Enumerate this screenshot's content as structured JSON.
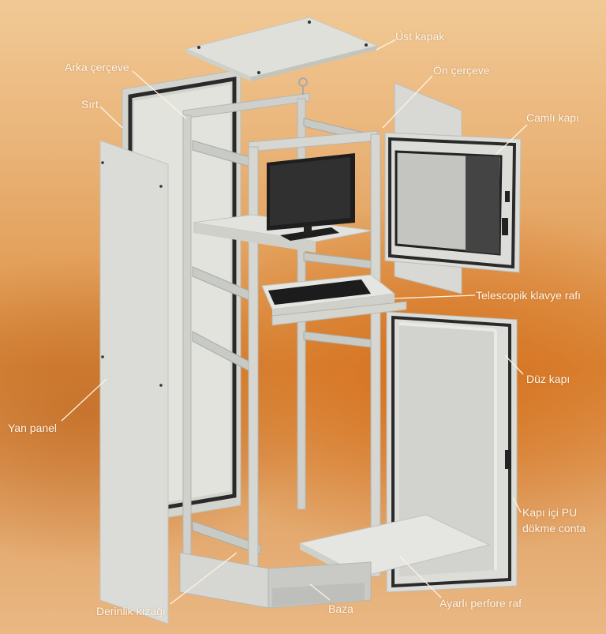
{
  "diagram": {
    "subject": "Exploded view of computer enclosure cabinet",
    "colors": {
      "background_light": "#f1c995",
      "background_accent": "#d9893a",
      "panel": "#dcdcd6",
      "gasket": "#2a2a2a",
      "label_text": "#fff6ea",
      "leader_line": "#fff3e2"
    },
    "labels": [
      {
        "id": "ust-kapak",
        "text": "Üst kapak"
      },
      {
        "id": "arka-cerceve",
        "text": "Arka çerçeve"
      },
      {
        "id": "on-cerceve",
        "text": "Ön çerçeve"
      },
      {
        "id": "sirt",
        "text": "Sırt"
      },
      {
        "id": "camli-kapi",
        "text": "Camlı kapı"
      },
      {
        "id": "telescopik-klavye-rafi",
        "text": "Telescopik klavye rafı"
      },
      {
        "id": "duz-kapi",
        "text": "Düz kapı"
      },
      {
        "id": "yan-panel",
        "text": "Yan panel"
      },
      {
        "id": "kapi-ici-pu-line1",
        "text": "Kapı içi PU"
      },
      {
        "id": "kapi-ici-pu-line2",
        "text": "dökme conta"
      },
      {
        "id": "derinlik-kizagi",
        "text": "Derinlik kızağı"
      },
      {
        "id": "baza",
        "text": "Baza"
      },
      {
        "id": "ayarli-perfore-raf",
        "text": "Ayarlı perfore raf"
      }
    ]
  }
}
